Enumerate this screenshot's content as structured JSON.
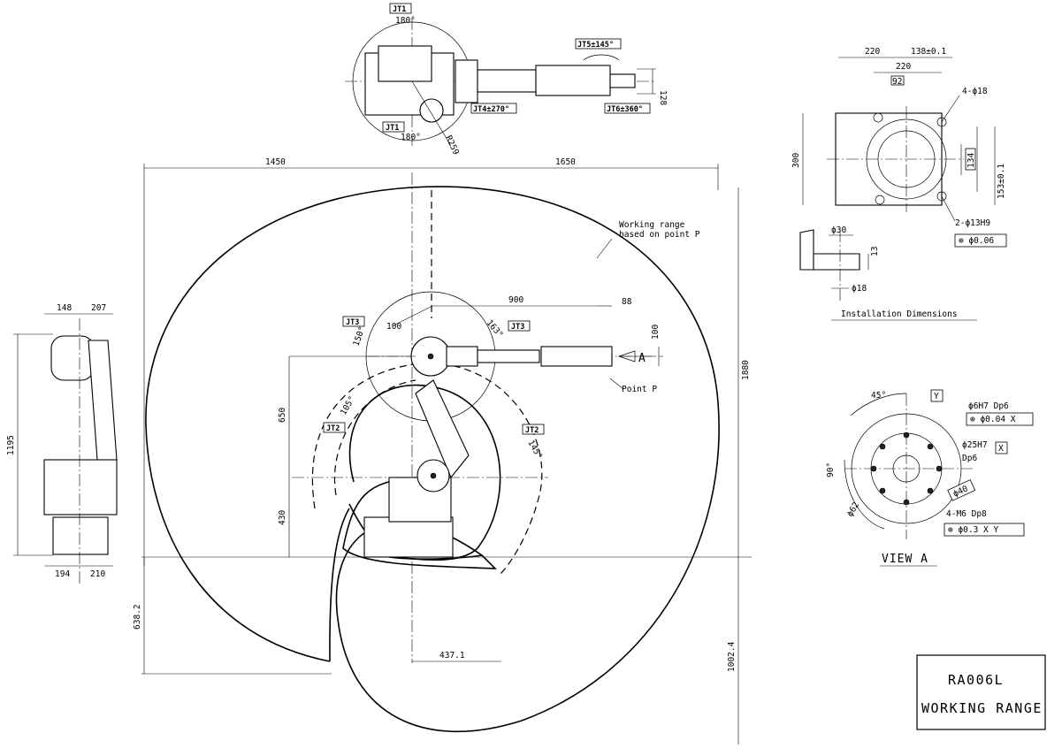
{
  "title_block": {
    "model": "RA006L",
    "caption": "WORKING RANGE"
  },
  "labels": {
    "working_range": [
      "Working range",
      "based on point P"
    ],
    "point_p": "Point P",
    "view_marker": "A",
    "installation": "Installation Dimensions",
    "view_a": "VIEW A"
  },
  "joint_tags": {
    "jt1_top": "JT1",
    "jt1_bottom": "JT1",
    "jt5": "JT5±145°",
    "jt4": "JT4±270°",
    "jt6": "JT6±360°",
    "jt3_left": "JT3",
    "jt3_right": "JT3",
    "jt2_left": "JT2",
    "jt2_right": "JT2"
  },
  "angles": {
    "a180_top": "180°",
    "a180_bottom": "180°",
    "a150": "150°",
    "a163": "163°",
    "a105": "105°",
    "a145": "145°",
    "a45": "45°",
    "a90": "90°"
  },
  "dimensions": {
    "d1450": "1450",
    "d1650": "1650",
    "d1880": "1880",
    "d900": "900",
    "d88": "88",
    "d100_top": "100",
    "d100_right": "100",
    "d650": "650",
    "d430": "430",
    "d638": "638.2",
    "d1002": "1002.4",
    "d437": "437.1",
    "d128": "128",
    "r259": "R259",
    "side_148": "148",
    "side_207": "207",
    "side_1195": "1195",
    "side_194": "194",
    "side_210": "210",
    "inst_220a": "220",
    "inst_138": "138±0.1",
    "inst_220b": "220",
    "inst_92": "92",
    "inst_4phi18": "4-ϕ18",
    "inst_300": "300",
    "inst_220c": "220",
    "inst_134": "134",
    "inst_153": "153±0.1",
    "inst_2phi13": "2-ϕ13H9",
    "inst_tol": "⊕ ϕ0.06",
    "inst_phi30": "ϕ30",
    "inst_13": "13",
    "inst_phi18": "ϕ18",
    "va_y": "Y",
    "va_6h7": "ϕ6H7 Dp6",
    "va_tol1": "⊕ ϕ0.04 X",
    "va_25h7": "ϕ25H7",
    "va_dp6": "Dp6",
    "va_x": "X",
    "va_40": "ϕ40",
    "va_62": "ϕ62",
    "va_m6": "4-M6 Dp8",
    "va_tol2": "⊕ ϕ0.3 X Y"
  }
}
